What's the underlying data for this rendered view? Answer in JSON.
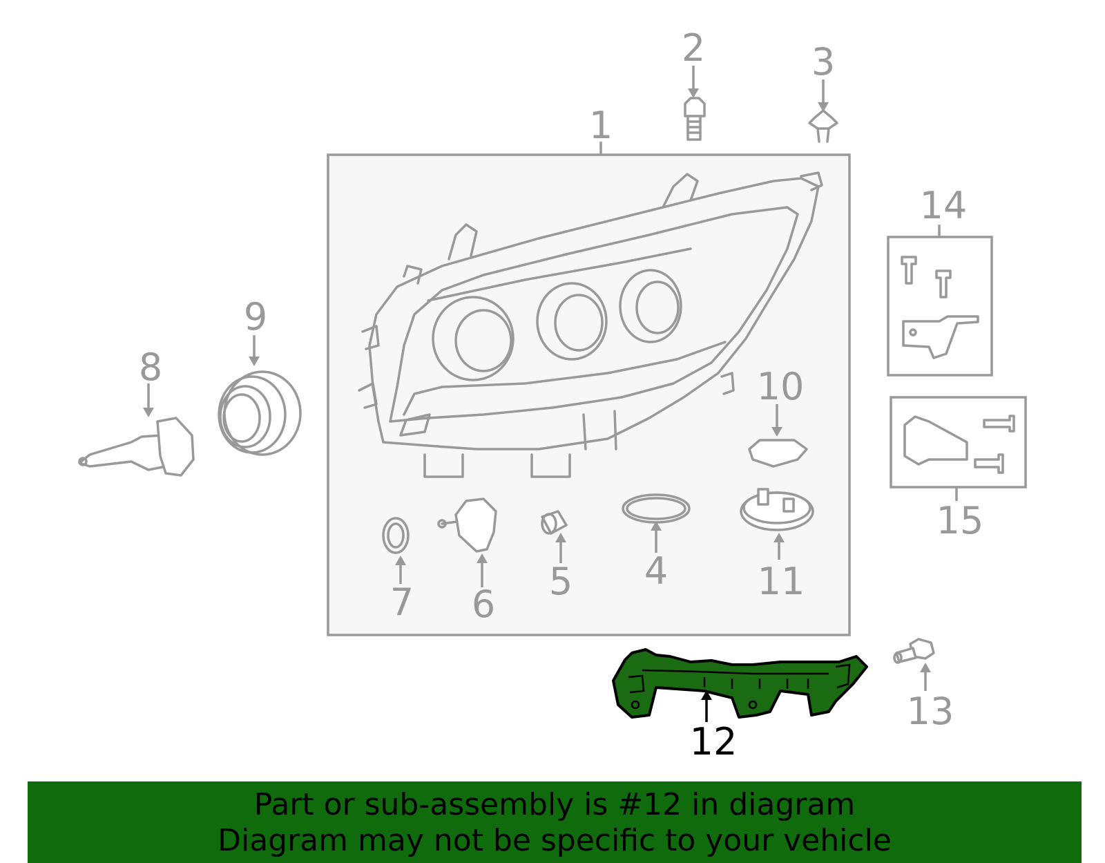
{
  "callouts": {
    "c1": "1",
    "c2": "2",
    "c3": "3",
    "c4": "4",
    "c5": "5",
    "c6": "6",
    "c7": "7",
    "c8": "8",
    "c9": "9",
    "c10": "10",
    "c11": "11",
    "c12": "12",
    "c13": "13",
    "c14": "14",
    "c15": "15"
  },
  "highlighted_part": "12",
  "banner": {
    "line1": "Part or sub-assembly is #12 in diagram",
    "line2": "Diagram may not be specific to your vehicle"
  },
  "colors": {
    "highlight": "#1a6b12",
    "banner": "#0f6b0c",
    "linework": "#999999"
  }
}
